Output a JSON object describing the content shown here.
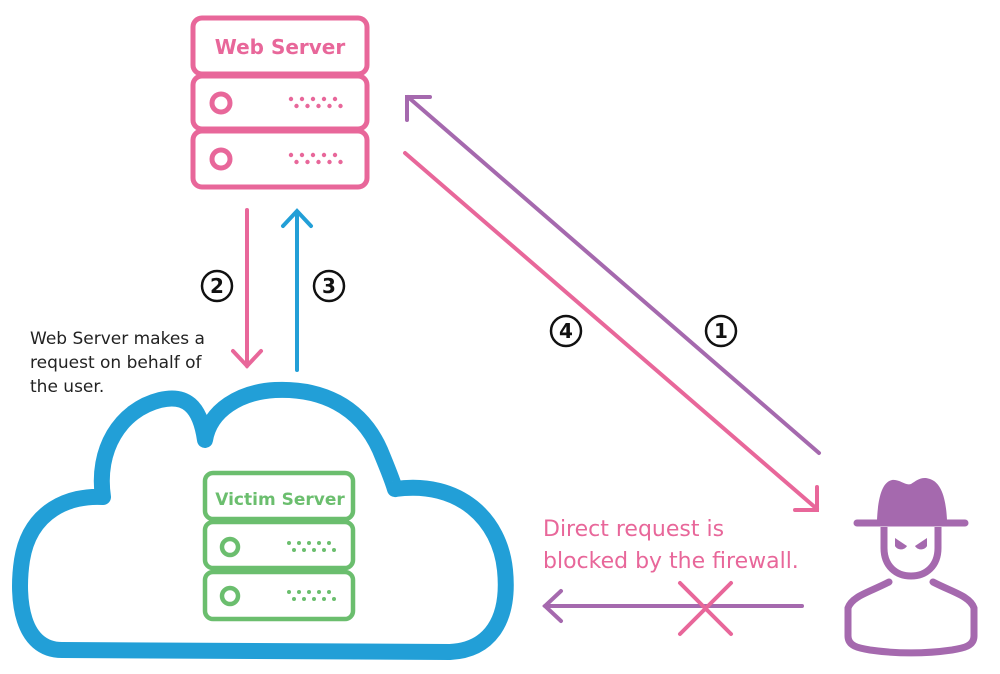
{
  "colors": {
    "web_server": "#E8679A",
    "victim_server": "#6BBE6E",
    "cloud": "#229FD7",
    "attacker": "#A569AE",
    "request_pink": "#E8679A",
    "response_blue": "#229FD7",
    "text": "#222222"
  },
  "web_server": {
    "label": "Web Server"
  },
  "victim_server": {
    "label": "Victim Server"
  },
  "steps": [
    {
      "number": "1",
      "description": "Attacker sends request to Web Server"
    },
    {
      "number": "2",
      "description": "Web Server requests Victim Server"
    },
    {
      "number": "3",
      "description": "Victim Server responds to Web Server"
    },
    {
      "number": "4",
      "description": "Web Server responds to attacker"
    }
  ],
  "notes": {
    "web_server_note": "Web Server makes a request on behalf of the user.",
    "firewall_note_line1": "Direct request is",
    "firewall_note_line2": "blocked by the firewall."
  },
  "icons": {
    "attacker": "hacker-with-hat-icon",
    "blocked": "x-cross-icon"
  }
}
